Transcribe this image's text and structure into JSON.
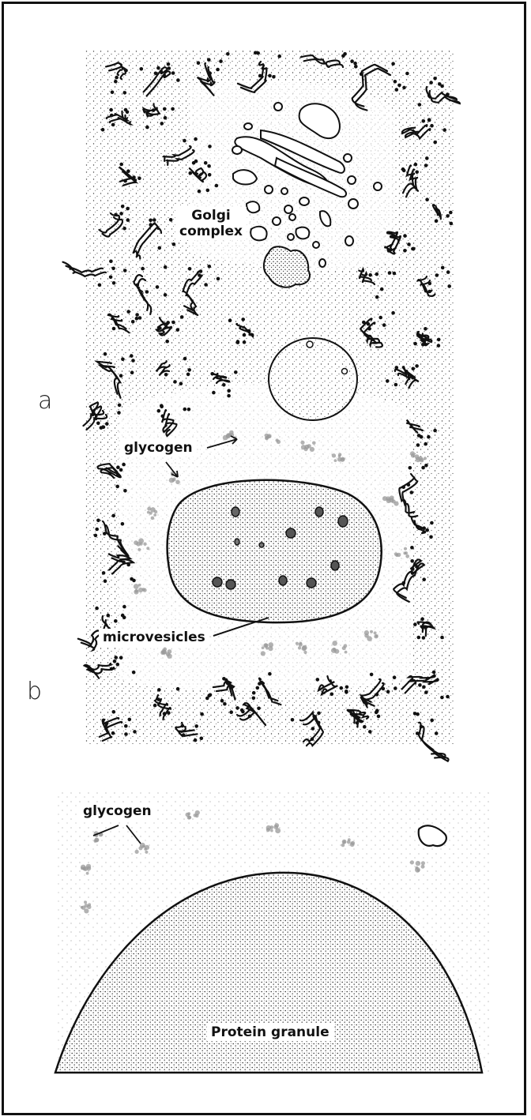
{
  "panels": [
    {
      "letter": "a"
    },
    {
      "letter": "b"
    }
  ],
  "labels": {
    "golgi_line1": "Golgi",
    "golgi_line2": "complex",
    "glycogen_a": "glycogen",
    "microvesicles": "microvesicles",
    "glycogen_b": "glycogen",
    "protein_granule": "Protein granule"
  },
  "colors": {
    "ink": "#111111",
    "stipple": "#3a3a3a",
    "glycogen": "#9a9a9a",
    "background": "#ffffff"
  }
}
